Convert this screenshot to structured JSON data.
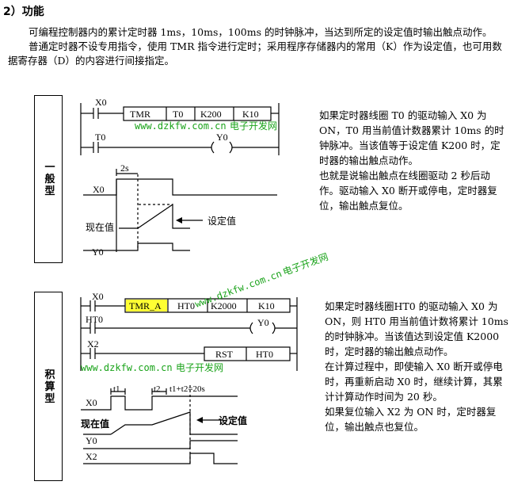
{
  "section_title": "2）功能",
  "intro": [
    "可编程控制器内的累计定时器 1ms，10ms，100ms 的时钟脉冲，当达到所定的设定值时输出触点动作。",
    "普通定时器不设专用指令，使用 TMR 指令进行定时；采用程序存储器内的常用（K）作为设定值，也可用数据寄存器（D）的内容进行间接指定。"
  ],
  "general": {
    "label": "一般型",
    "ladder": {
      "input_contact": "X0",
      "instr": [
        "TMR",
        "T0",
        "K200",
        "K10"
      ],
      "output_contact": "T0",
      "output_coil": "Y0"
    },
    "timing": {
      "gap_label": "2s",
      "x0": "X0",
      "current": "现在值",
      "setpoint": "设定值",
      "y0": "Y0"
    },
    "description": [
      "如果定时器线圈 T0 的驱动输入 X0 为 ON，T0 用当前值计数器累计 10ms 的时钟脉冲。当该值等于设定值 K200 时，定时器的输出触点动作。",
      "也就是说输出触点在线圈驱动 2 秒后动作。驱动输入 X0 断开或停电，定时器复位，输出触点复位。"
    ]
  },
  "accumulative": {
    "label": "积算型",
    "ladder": {
      "input_contact": "X0",
      "instr": [
        "TMR_A",
        "HT0",
        "K2000",
        "K10"
      ],
      "output_contact": "HT0",
      "output_coil": "Y0",
      "reset_contact": "X2",
      "reset_instr": [
        "RST",
        "HT0"
      ]
    },
    "timing": {
      "t1": "t1",
      "t2": "t2",
      "sum": "t1+t2=20s",
      "x0": "X0",
      "current": "现在值",
      "setpoint": "设定值",
      "y0": "Y0",
      "x2": "X2"
    },
    "description": [
      "如果定时器线圈HT0 的驱动输入 X0 为 ON，则 HT0 用当前值计数将累计 10ms 的时钟脉冲。当该值达到设定值 K2000 时，定时器的输出触点动作。",
      "在计算过程中，即使输入 X0 断开或停电时，再重新启动 X0 时，继续计算，其累计计算动作时间为 20 秒。",
      "如果复位输入 X2 为 ON 时，定时器复位，输出触点也复位。"
    ]
  },
  "watermark": {
    "url": "www.dzkfw.com.cn",
    "name": "电子开发网"
  },
  "colors": {
    "highlight": "#ffff33",
    "watermark": "#1aa31a"
  }
}
